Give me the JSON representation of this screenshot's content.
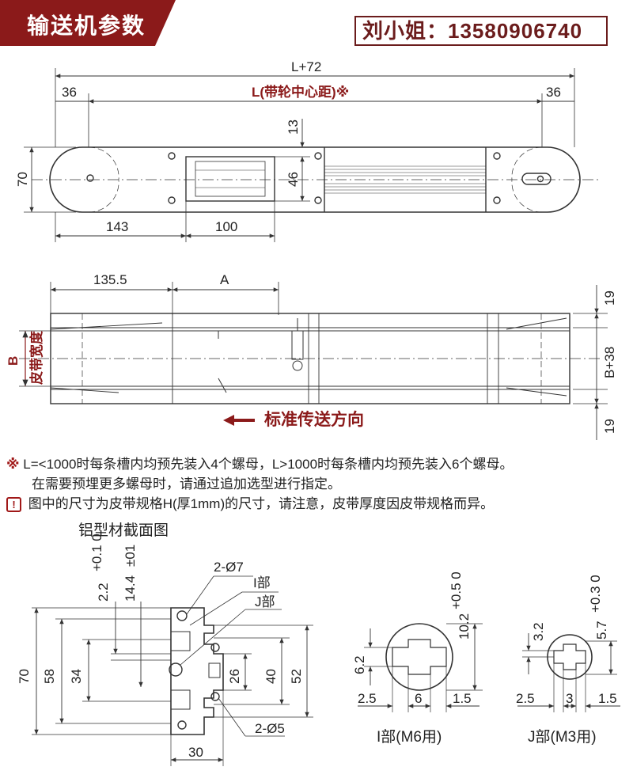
{
  "header": {
    "title": "输送机参数",
    "contact": "刘小姐：13580906740"
  },
  "top_view": {
    "overall": "L+72",
    "center": "L(带轮中心距)※",
    "left_end": "36",
    "right_end": "36",
    "height": "70",
    "slot_top": "13",
    "slot_width": "46",
    "offset_1": "143",
    "offset_2": "100"
  },
  "side_view": {
    "offset": "135.5",
    "a": "A",
    "b": "B",
    "belt_width": "皮带宽度",
    "b38": "B+38",
    "top_19": "19",
    "bot_19": "19",
    "direction": "标准传送方向"
  },
  "notes": {
    "mark": "※",
    "n1": "L=<1000时每条槽内均预先装入4个螺母，L>1000时每条槽内均预先装入6个螺母。",
    "n2": "在需要预埋更多螺母时，请通过追加选型进行指定。",
    "warn_icon": "!",
    "n3": "图中的尺寸为皮带规格H(厚1mm)的尺寸，请注意，皮带厚度因皮带规格而异。"
  },
  "section": {
    "title": "铝型材截面图",
    "d22": "2.2",
    "d22_tol": "+0.1 0",
    "d144": "14.4",
    "d144_tol": "±01",
    "hole7": "2-Ø7",
    "part_i": "I部",
    "part_j": "J部",
    "h70": "70",
    "h58": "58",
    "h34": "34",
    "h26": "26",
    "h40": "40",
    "h52": "52",
    "hole5": "2-Ø5",
    "w30": "30"
  },
  "detail_i": {
    "label": "I部(M6用)",
    "d102": "10.2",
    "d102_tol": "+0.5 0",
    "d62": "6.2",
    "d25": "2.5",
    "d6": "6",
    "d15": "1.5"
  },
  "detail_j": {
    "label": "J部(M3用)",
    "d32": "3.2",
    "d57": "5.7",
    "d57_tol": "+0.3 0",
    "d25": "2.5",
    "d3": "3",
    "d15": "1.5"
  },
  "colors": {
    "accent": "#8b1a1a",
    "line": "#333333"
  }
}
